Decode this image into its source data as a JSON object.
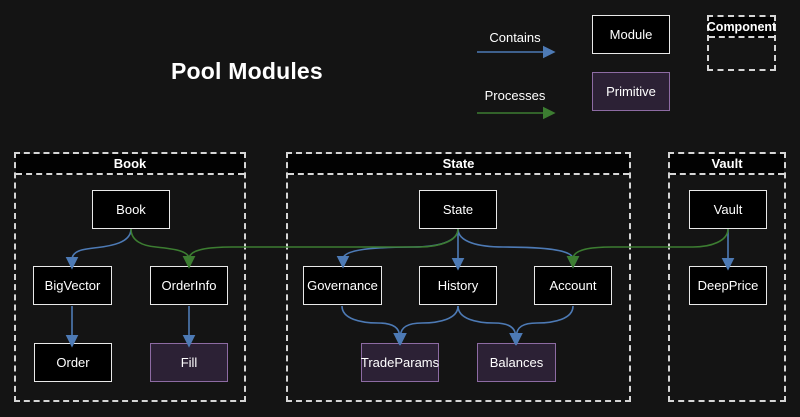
{
  "title": "Pool Modules",
  "legend": {
    "contains_label": "Contains",
    "processes_label": "Processes",
    "module_label": "Module",
    "primitive_label": "Primitive",
    "component_label": "Component"
  },
  "colors": {
    "contains_arrow": "#4d7ab5",
    "processes_arrow": "#3c7d31",
    "module_fill": "#000000",
    "module_border": "#e9e9e9",
    "primitive_fill": "#2c2135",
    "primitive_border": "#8d6ba3",
    "background": "#141414"
  },
  "containers": {
    "book": {
      "label": "Book"
    },
    "state": {
      "label": "State"
    },
    "vault": {
      "label": "Vault"
    }
  },
  "nodes": {
    "book_module": {
      "label": "Book",
      "kind": "module"
    },
    "big_vector": {
      "label": "BigVector",
      "kind": "module"
    },
    "order_info": {
      "label": "OrderInfo",
      "kind": "module"
    },
    "order": {
      "label": "Order",
      "kind": "module"
    },
    "fill": {
      "label": "Fill",
      "kind": "primitive"
    },
    "state_module": {
      "label": "State",
      "kind": "module"
    },
    "governance": {
      "label": "Governance",
      "kind": "module"
    },
    "history": {
      "label": "History",
      "kind": "module"
    },
    "account": {
      "label": "Account",
      "kind": "module"
    },
    "trade_params": {
      "label": "TradeParams",
      "kind": "primitive"
    },
    "balances": {
      "label": "Balances",
      "kind": "primitive"
    },
    "vault_module": {
      "label": "Vault",
      "kind": "module"
    },
    "deep_price": {
      "label": "DeepPrice",
      "kind": "module"
    }
  },
  "edges": [
    {
      "from": "book_module",
      "to": "big_vector",
      "type": "contains"
    },
    {
      "from": "big_vector",
      "to": "order",
      "type": "contains"
    },
    {
      "from": "order_info",
      "to": "fill",
      "type": "contains"
    },
    {
      "from": "state_module",
      "to": "governance",
      "type": "contains"
    },
    {
      "from": "state_module",
      "to": "history",
      "type": "contains"
    },
    {
      "from": "state_module",
      "to": "account",
      "type": "contains"
    },
    {
      "from": "governance",
      "to": "trade_params",
      "type": "contains"
    },
    {
      "from": "history",
      "to": "trade_params",
      "type": "contains"
    },
    {
      "from": "history",
      "to": "balances",
      "type": "contains"
    },
    {
      "from": "account",
      "to": "balances",
      "type": "contains"
    },
    {
      "from": "vault_module",
      "to": "deep_price",
      "type": "contains"
    },
    {
      "from": "book_module",
      "to": "order_info",
      "type": "processes"
    },
    {
      "from": "state_module",
      "to": "order_info",
      "type": "processes"
    },
    {
      "from": "vault_module",
      "to": "account",
      "type": "processes"
    }
  ]
}
